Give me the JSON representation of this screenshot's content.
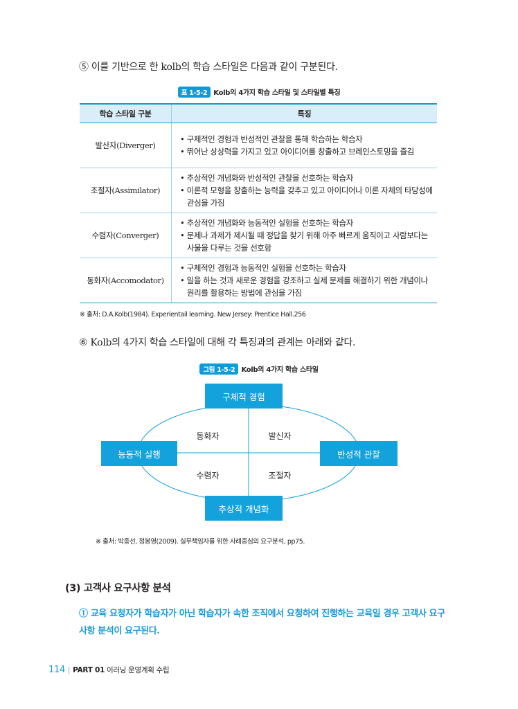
{
  "paragraph5": "⑤ 이를 기반으로 한 kolb의 학습 스타일은 다음과 같이 구분된다.",
  "table": {
    "caption_badge": "표 1-5-2",
    "caption_title": "Kolb의 4가지 학습 스타일 및 스타일별 특징",
    "headers": [
      "학습 스타일 구분",
      "특징"
    ],
    "rows": [
      {
        "name": "발산자(Diverger)",
        "features": [
          "• 구체적인 경험과 반성적인 관찰을 통해 학습하는 학습자",
          "• 뛰어난 상상력을 가지고 있고 아이디어를 창출하고 브레인스토밍을 즐김"
        ]
      },
      {
        "name": "조절자(Assimilator)",
        "features": [
          "• 추상적인 개념화와 반성적인 관찰을 선호하는 학습자",
          "• 이론적 모형을 창출하는 능력을 갖추고 있고 아이디어나 이론 자체의 타당성에 관심을 가짐"
        ]
      },
      {
        "name": "수렴자(Converger)",
        "features": [
          "• 추상적인 개념화와 능동적인 실험을 선호하는 학습자",
          "• 문제나 과제가 제시될 때 정답을 찾기 위해 아주 빠르게 움직이고 사람보다는 사물을 다루는 것을 선호함"
        ]
      },
      {
        "name": "동화자(Accomodator)",
        "features": [
          "• 구체적인 경험과 능동적인 실험을 선호하는 학습자",
          "• 일을 하는 것과 새로운 경험을 강조하고 실제 문제를 해결하기 위한 개념이나 원리를 활용하는 방법에 관심을 가짐"
        ]
      }
    ],
    "source": "※ 출처: D.A.Kolb(1984). Experientail learning. New Jersey: Prentice Hall.256"
  },
  "paragraph6": "⑥ Kolb의 4가지 학습 스타일에 대해 각 특징과의 관계는 아래와 같다.",
  "figure": {
    "caption_badge": "그림 1-5-2",
    "caption_title": "Kolb의 4가지 학습 스타일",
    "top": "구체적 경험",
    "bottom": "추상적 개념화",
    "left": "능동적 실행",
    "right": "반성적 관찰",
    "q_top_left": "동화자",
    "q_top_right": "발신자",
    "q_bottom_left": "수렴자",
    "q_bottom_right": "조절자",
    "source": "※ 출처: 박종선, 정봉영(2009). 실무책임자를 위한 사례중심의 요구분석, pp75."
  },
  "section_heading": "(3) 고객사 요구사항 분석",
  "paragraph1": "① 교육 요청자가 학습자가 아닌 학습자가 속한 조직에서 요청하여 진행하는 교육일 경우 고객사 요구사항 분석이 요구된다.",
  "footer": {
    "page_number": "114",
    "part_label": "PART 01",
    "part_title": "이러닝 운영계획 수립"
  },
  "colors": {
    "accent": "#0e9bd7",
    "header_bg": "#d9eef8",
    "highlight_text": "#1a9ad6"
  }
}
